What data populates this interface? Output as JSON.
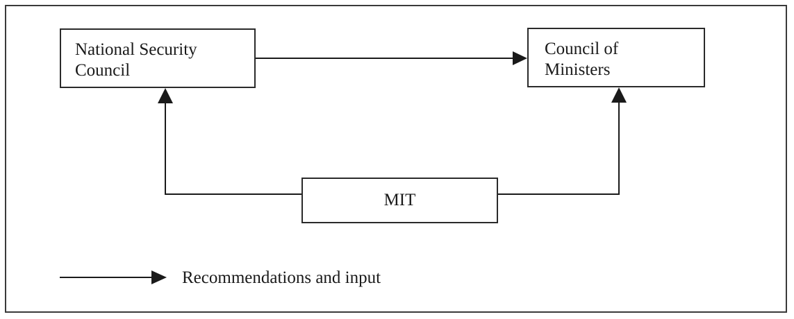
{
  "diagram": {
    "nodes": {
      "national_security_council": {
        "label": "National Security\nCouncil"
      },
      "council_of_ministers": {
        "label": "Council of\nMinisters"
      },
      "mit": {
        "label": "MIT"
      }
    },
    "edges": [
      {
        "from": "national_security_council",
        "to": "council_of_ministers"
      },
      {
        "from": "mit",
        "to": "national_security_council"
      },
      {
        "from": "mit",
        "to": "council_of_ministers"
      }
    ],
    "legend": {
      "arrow_label": "Recommendations and input"
    }
  },
  "colors": {
    "stroke": "#1a1a1a",
    "background": "#ffffff"
  }
}
